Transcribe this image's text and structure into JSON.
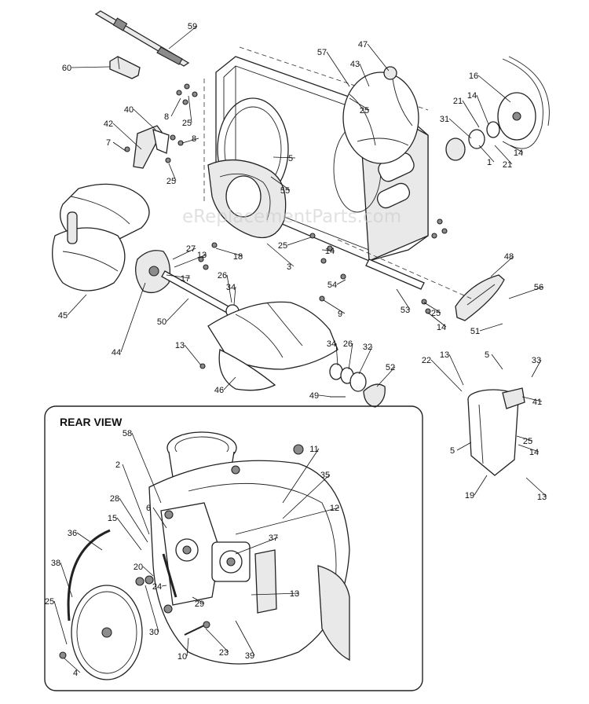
{
  "watermark": "eReplacementParts.com",
  "inset_title": "REAR VIEW",
  "labels": [
    {
      "id": "59",
      "text": "59"
    },
    {
      "id": "60",
      "text": "60"
    },
    {
      "id": "8a",
      "text": "8"
    },
    {
      "id": "25a",
      "text": "25"
    },
    {
      "id": "40",
      "text": "40"
    },
    {
      "id": "42",
      "text": "42"
    },
    {
      "id": "7",
      "text": "7"
    },
    {
      "id": "8b",
      "text": "8"
    },
    {
      "id": "25b",
      "text": "25"
    },
    {
      "id": "57",
      "text": "57"
    },
    {
      "id": "43",
      "text": "43"
    },
    {
      "id": "47",
      "text": "47"
    },
    {
      "id": "25c",
      "text": "25"
    },
    {
      "id": "5a",
      "text": "5"
    },
    {
      "id": "55",
      "text": "55"
    },
    {
      "id": "16",
      "text": "16"
    },
    {
      "id": "14a",
      "text": "14"
    },
    {
      "id": "21a",
      "text": "21"
    },
    {
      "id": "31",
      "text": "31"
    },
    {
      "id": "1",
      "text": "1"
    },
    {
      "id": "14b",
      "text": "14"
    },
    {
      "id": "21b",
      "text": "21"
    },
    {
      "id": "27",
      "text": "27"
    },
    {
      "id": "13a",
      "text": "13"
    },
    {
      "id": "18",
      "text": "18"
    },
    {
      "id": "25d",
      "text": "25"
    },
    {
      "id": "3",
      "text": "3"
    },
    {
      "id": "14c",
      "text": "14"
    },
    {
      "id": "17",
      "text": "17"
    },
    {
      "id": "26a",
      "text": "26"
    },
    {
      "id": "34a",
      "text": "34"
    },
    {
      "id": "54",
      "text": "54"
    },
    {
      "id": "9",
      "text": "9"
    },
    {
      "id": "45",
      "text": "45"
    },
    {
      "id": "50",
      "text": "50"
    },
    {
      "id": "44",
      "text": "44"
    },
    {
      "id": "53",
      "text": "53"
    },
    {
      "id": "25e",
      "text": "25"
    },
    {
      "id": "14d",
      "text": "14"
    },
    {
      "id": "48",
      "text": "48"
    },
    {
      "id": "56",
      "text": "56"
    },
    {
      "id": "51",
      "text": "51"
    },
    {
      "id": "13b",
      "text": "13"
    },
    {
      "id": "34b",
      "text": "34"
    },
    {
      "id": "26b",
      "text": "26"
    },
    {
      "id": "32",
      "text": "32"
    },
    {
      "id": "52",
      "text": "52"
    },
    {
      "id": "46",
      "text": "46"
    },
    {
      "id": "49",
      "text": "49"
    },
    {
      "id": "22",
      "text": "22"
    },
    {
      "id": "13c",
      "text": "13"
    },
    {
      "id": "5b",
      "text": "5"
    },
    {
      "id": "33",
      "text": "33"
    },
    {
      "id": "41",
      "text": "41"
    },
    {
      "id": "5c",
      "text": "5"
    },
    {
      "id": "25f",
      "text": "25"
    },
    {
      "id": "14e",
      "text": "14"
    },
    {
      "id": "19",
      "text": "19"
    },
    {
      "id": "13d",
      "text": "13"
    },
    {
      "id": "58",
      "text": "58"
    },
    {
      "id": "11",
      "text": "11"
    },
    {
      "id": "2",
      "text": "2"
    },
    {
      "id": "35",
      "text": "35"
    },
    {
      "id": "28",
      "text": "28"
    },
    {
      "id": "6",
      "text": "6"
    },
    {
      "id": "12",
      "text": "12"
    },
    {
      "id": "15",
      "text": "15"
    },
    {
      "id": "36",
      "text": "36"
    },
    {
      "id": "37",
      "text": "37"
    },
    {
      "id": "38",
      "text": "38"
    },
    {
      "id": "20",
      "text": "20"
    },
    {
      "id": "24",
      "text": "24"
    },
    {
      "id": "13e",
      "text": "13"
    },
    {
      "id": "29",
      "text": "29"
    },
    {
      "id": "25g",
      "text": "25"
    },
    {
      "id": "30",
      "text": "30"
    },
    {
      "id": "39",
      "text": "39"
    },
    {
      "id": "10",
      "text": "10"
    },
    {
      "id": "23",
      "text": "23"
    },
    {
      "id": "4",
      "text": "4"
    }
  ]
}
